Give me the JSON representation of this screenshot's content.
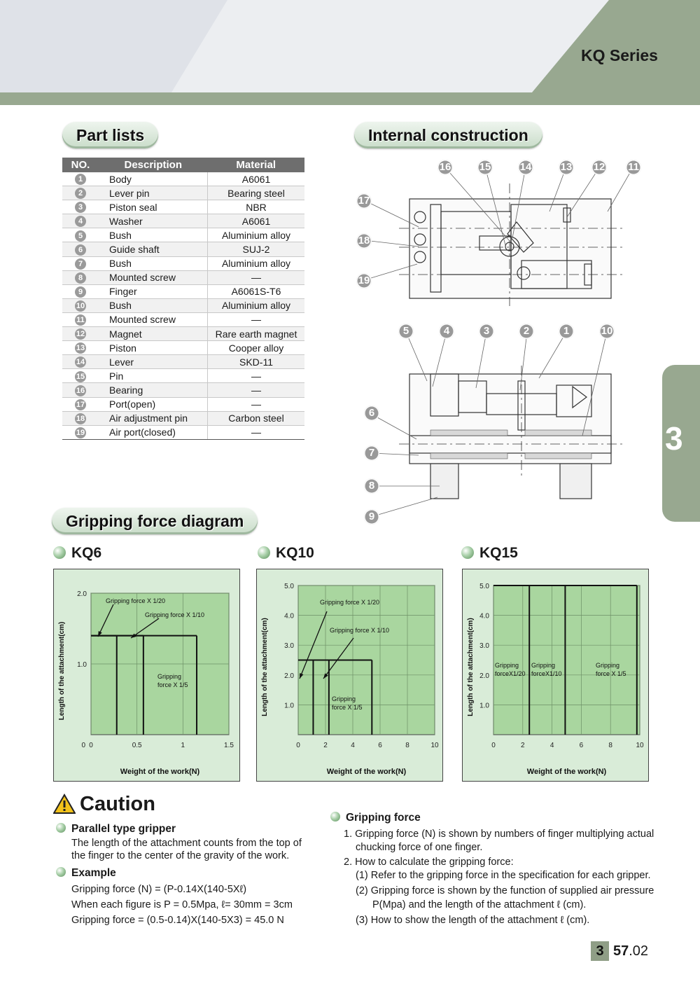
{
  "header": {
    "series": "KQ Series"
  },
  "side_tab": "3",
  "sections": {
    "part_lists": "Part lists",
    "internal_construction": "Internal construction",
    "gripping_force_diagram": "Gripping force diagram"
  },
  "parts_table": {
    "headers": [
      "NO.",
      "Description",
      "Material"
    ],
    "rows": [
      {
        "no": "1",
        "desc": "Body",
        "mat": "A6061"
      },
      {
        "no": "2",
        "desc": "Lever pin",
        "mat": "Bearing steel"
      },
      {
        "no": "3",
        "desc": "Piston seal",
        "mat": "NBR"
      },
      {
        "no": "4",
        "desc": "Washer",
        "mat": "A6061"
      },
      {
        "no": "5",
        "desc": "Bush",
        "mat": "Aluminium alloy"
      },
      {
        "no": "6",
        "desc": "Guide shaft",
        "mat": "SUJ-2"
      },
      {
        "no": "7",
        "desc": "Bush",
        "mat": "Aluminium alloy"
      },
      {
        "no": "8",
        "desc": "Mounted screw",
        "mat": "—"
      },
      {
        "no": "9",
        "desc": "Finger",
        "mat": "A6061S-T6"
      },
      {
        "no": "10",
        "desc": "Bush",
        "mat": "Aluminium alloy"
      },
      {
        "no": "11",
        "desc": "Mounted screw",
        "mat": "—"
      },
      {
        "no": "12",
        "desc": "Magnet",
        "mat": "Rare earth magnet"
      },
      {
        "no": "13",
        "desc": "Piston",
        "mat": "Cooper alloy"
      },
      {
        "no": "14",
        "desc": "Lever",
        "mat": "SKD-11"
      },
      {
        "no": "15",
        "desc": "Pin",
        "mat": "—"
      },
      {
        "no": "16",
        "desc": "Bearing",
        "mat": "—"
      },
      {
        "no": "17",
        "desc": "Port(open)",
        "mat": "—"
      },
      {
        "no": "18",
        "desc": "Air adjustment pin",
        "mat": "Carbon steel"
      },
      {
        "no": "19",
        "desc": "Air port(closed)",
        "mat": "—"
      }
    ]
  },
  "construction_callouts": {
    "top_row": [
      "16",
      "15",
      "14",
      "13",
      "12",
      "11"
    ],
    "top_left": [
      "17",
      "18",
      "19"
    ],
    "mid_row": [
      "5",
      "4",
      "3",
      "2",
      "1",
      "10"
    ],
    "bottom_left": [
      "6",
      "7",
      "8",
      "9"
    ]
  },
  "chart_data": [
    {
      "type": "line",
      "title": "KQ6",
      "xlabel": "Weight of the work(N)",
      "ylabel": "Length of the attachment(cm)",
      "xlim": [
        0,
        1.5
      ],
      "ylim": [
        0,
        2.0
      ],
      "xticks": [
        "0",
        "0.5",
        "1",
        "1.5"
      ],
      "yticks": [
        "1.0",
        "2.0"
      ],
      "grid": true,
      "series": [
        {
          "name": "Gripping force X 1/20",
          "limit_x": 0.28,
          "limit_y": 1.4
        },
        {
          "name": "Gripping force X 1/10",
          "limit_x": 0.57,
          "limit_y": 1.4
        },
        {
          "name": "Gripping force X 1/5",
          "limit_x": 1.15,
          "limit_y": 1.4
        }
      ],
      "annotations": [
        {
          "text": "Gripping force X 1/20"
        },
        {
          "text": "Gripping force X 1/10"
        },
        {
          "text": "Gripping",
          "text2": "force X 1/5"
        }
      ]
    },
    {
      "type": "line",
      "title": "KQ10",
      "xlabel": "Weight of the work(N)",
      "ylabel": "Length of the attachment(cm)",
      "xlim": [
        0,
        10
      ],
      "ylim": [
        0,
        5.0
      ],
      "xticks": [
        "0",
        "2",
        "4",
        "6",
        "8",
        "10"
      ],
      "yticks": [
        "1.0",
        "2.0",
        "3.0",
        "4.0",
        "5.0"
      ],
      "grid": true,
      "series": [
        {
          "name": "Gripping force X 1/20",
          "limit_x": 1.1,
          "limit_y": 2.5
        },
        {
          "name": "Gripping force X 1/10",
          "limit_x": 2.25,
          "limit_y": 2.5
        },
        {
          "name": "Gripping force X 1/5",
          "limit_x": 5.4,
          "limit_y": 2.5
        }
      ],
      "annotations": [
        {
          "text": "Gripping force X 1/20"
        },
        {
          "text": "Gripping force X 1/10"
        },
        {
          "text": "Gripping",
          "text2": "force X 1/5"
        }
      ]
    },
    {
      "type": "line",
      "title": "KQ15",
      "xlabel": "Weight of the work(N)",
      "ylabel": "Length of the attachment(cm)",
      "xlim": [
        0,
        10
      ],
      "ylim": [
        0,
        5.0
      ],
      "xticks": [
        "0",
        "2",
        "4",
        "6",
        "8",
        "10"
      ],
      "yticks": [
        "1.0",
        "2.0",
        "3.0",
        "4.0",
        "5.0"
      ],
      "grid": true,
      "series": [
        {
          "name": "Gripping forceX1/20",
          "limit_x": 2.45,
          "limit_y": 5.0
        },
        {
          "name": "Gripping forceX1/10",
          "limit_x": 4.9,
          "limit_y": 5.0
        },
        {
          "name": "Gripping force X 1/5",
          "limit_x": 9.8,
          "limit_y": 5.0
        }
      ],
      "annotations": [
        {
          "text": "Gripping",
          "text2": "forceX1/20"
        },
        {
          "text": "Gripping",
          "text2": "forceX1/10"
        },
        {
          "text": "Gripping",
          "text2": "force X 1/5"
        }
      ]
    }
  ],
  "caution": {
    "title": "Caution",
    "parallel_title": "Parallel type gripper",
    "parallel_text_1": "The length of the attachment counts from the top of",
    "parallel_text_2": "the finger to the center of the gravity of the work.",
    "example_title": "Example",
    "example_1": "Gripping force (N) = (P-0.14X(140-5Xℓ)",
    "example_2": "When each figure is P = 0.5Mpa, ℓ= 30mm = 3cm",
    "example_3": "Gripping force = (0.5-0.14)X(140-5X3) = 45.0 N"
  },
  "gripping_force": {
    "title": "Gripping force",
    "item1_a": "1. Gripping force (N) is shown by numbers of finger multiplying actual",
    "item1_b": "chucking force of one finger.",
    "item2": "2. How to calculate the gripping force:",
    "sub1": "(1) Refer to the gripping force in the specification for each gripper.",
    "sub2_a": "(2) Gripping force is shown by the function of supplied air pressure",
    "sub2_b": "P(Mpa) and the length of the attachment ℓ (cm).",
    "sub3": "(3) How to show the length of the attachment ℓ (cm)."
  },
  "page_number": {
    "chapter": "3",
    "page": "57",
    "sub": ".02"
  }
}
